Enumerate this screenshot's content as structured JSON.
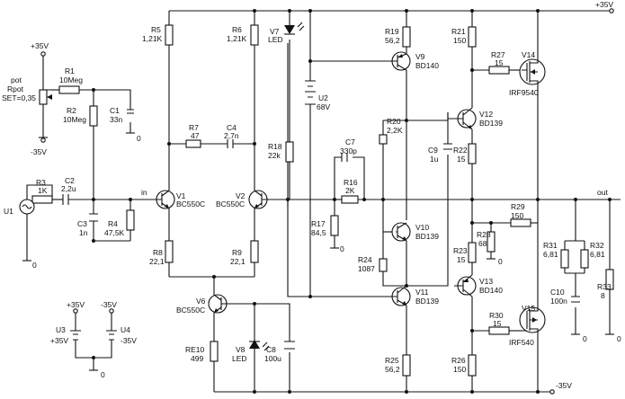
{
  "title": "",
  "colors": {
    "ink": "#111111",
    "background": "#ffffff"
  },
  "pot": {
    "name": "pot",
    "value": "Rpot",
    "setting": "SET=0,35"
  },
  "rails": {
    "positive": "+35V",
    "negative": "-35V"
  },
  "nets": {
    "input": "in",
    "output": "out"
  },
  "components": [
    {
      "ref": "U1",
      "type": "ac-source-icon"
    },
    {
      "ref": "R1",
      "value": "10Meg"
    },
    {
      "ref": "R2",
      "value": "10Meg"
    },
    {
      "ref": "C1",
      "value": "33n"
    },
    {
      "ref": "R3",
      "value": "1K"
    },
    {
      "ref": "C2",
      "value": "2,2u"
    },
    {
      "ref": "C3",
      "value": "1n"
    },
    {
      "ref": "R4",
      "value": "47,5K"
    },
    {
      "ref": "R5",
      "value": "1,21K"
    },
    {
      "ref": "R6",
      "value": "1,21K"
    },
    {
      "ref": "V7",
      "value": "LED"
    },
    {
      "ref": "R7",
      "value": "47"
    },
    {
      "ref": "C4",
      "value": "2,7n"
    },
    {
      "ref": "V1",
      "value": "BC550C"
    },
    {
      "ref": "V2",
      "value": "BC550C"
    },
    {
      "ref": "R8",
      "value": "22,1"
    },
    {
      "ref": "R9",
      "value": "22,1"
    },
    {
      "ref": "V6",
      "value": "BC550C"
    },
    {
      "ref": "RE10",
      "value": "499"
    },
    {
      "ref": "V8",
      "value": "LED"
    },
    {
      "ref": "C8",
      "value": "100u"
    },
    {
      "ref": "U2",
      "value": "68V"
    },
    {
      "ref": "R18",
      "value": "22k"
    },
    {
      "ref": "R19",
      "value": "56,2"
    },
    {
      "ref": "V9",
      "value": "BD140"
    },
    {
      "ref": "R20",
      "value": "2,2K"
    },
    {
      "ref": "C7",
      "value": "330p"
    },
    {
      "ref": "R16",
      "value": "2K"
    },
    {
      "ref": "R17",
      "value": "84,5"
    },
    {
      "ref": "V10",
      "value": "BD139"
    },
    {
      "ref": "R24",
      "value": "1087"
    },
    {
      "ref": "V11",
      "value": "BD139"
    },
    {
      "ref": "R25",
      "value": "56,2"
    },
    {
      "ref": "C9",
      "value": "1u"
    },
    {
      "ref": "R21",
      "value": "150"
    },
    {
      "ref": "R27",
      "value": "15"
    },
    {
      "ref": "V14",
      "value": "IRF9540"
    },
    {
      "ref": "V12",
      "value": "BD139"
    },
    {
      "ref": "R22",
      "value": "15"
    },
    {
      "ref": "R28",
      "value": "68"
    },
    {
      "ref": "R29",
      "value": "150"
    },
    {
      "ref": "R23",
      "value": "15"
    },
    {
      "ref": "V13",
      "value": "BD140"
    },
    {
      "ref": "R30",
      "value": "15"
    },
    {
      "ref": "V15",
      "value": "IRF540"
    },
    {
      "ref": "R26",
      "value": "150"
    },
    {
      "ref": "R31",
      "value": "6,81"
    },
    {
      "ref": "R32",
      "value": "6,81"
    },
    {
      "ref": "C10",
      "value": "100n"
    },
    {
      "ref": "R33",
      "value": "8"
    },
    {
      "ref": "U3",
      "value": "+35V"
    },
    {
      "ref": "U4",
      "value": "-35V"
    }
  ],
  "supply_block": {
    "u3_top": "+35V",
    "u4_top": "-35V",
    "ground": "0"
  },
  "ground_label": "0"
}
